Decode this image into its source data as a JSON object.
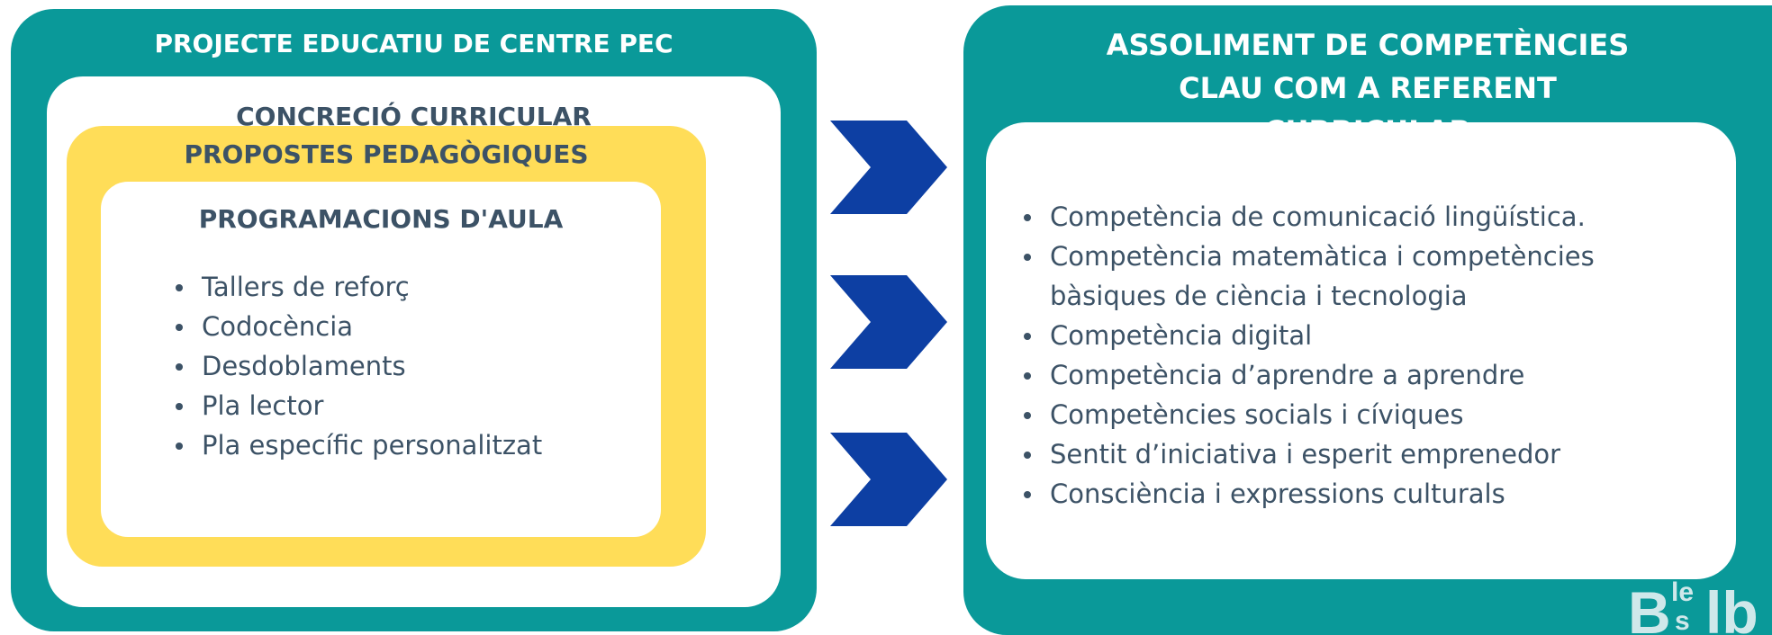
{
  "colors": {
    "teal": "#0a9999",
    "yellow": "#ffdd58",
    "text_dark": "#3c5266",
    "arrow_blue": "#0d3fa3",
    "white": "#ffffff"
  },
  "left": {
    "title": "PROJECTE EDUCATIU DE CENTRE PEC",
    "curricular_title": "CONCRECIÓ CURRICULAR",
    "propostes_title": "PROPOSTES PEDAGÒGIQUES",
    "aula_title": "PROGRAMACIONS D'AULA",
    "aula_items": [
      "Tallers de reforç",
      "Codocència",
      "Desdoblaments",
      "Pla lector",
      "Pla específic personalitzat"
    ]
  },
  "arrows": [
    "chevron-right-icon",
    "chevron-right-icon",
    "chevron-right-icon"
  ],
  "right": {
    "title": "ASSOLIMENT DE COMPETÈNCIES CLAU COM A REFERENT CURRICULAR",
    "competencies": [
      "Competència de comunicació lingüística.",
      "Competència matemàtica i competències bàsiques de ciència i tecnologia",
      "Competència digital",
      "Competència d’aprendre a aprendre",
      "Competències socials i cíviques",
      "Sentit d’iniciativa i esperit emprenedor",
      "Consciència i expressions culturals"
    ]
  },
  "logo": {
    "text": "Bles lb"
  }
}
